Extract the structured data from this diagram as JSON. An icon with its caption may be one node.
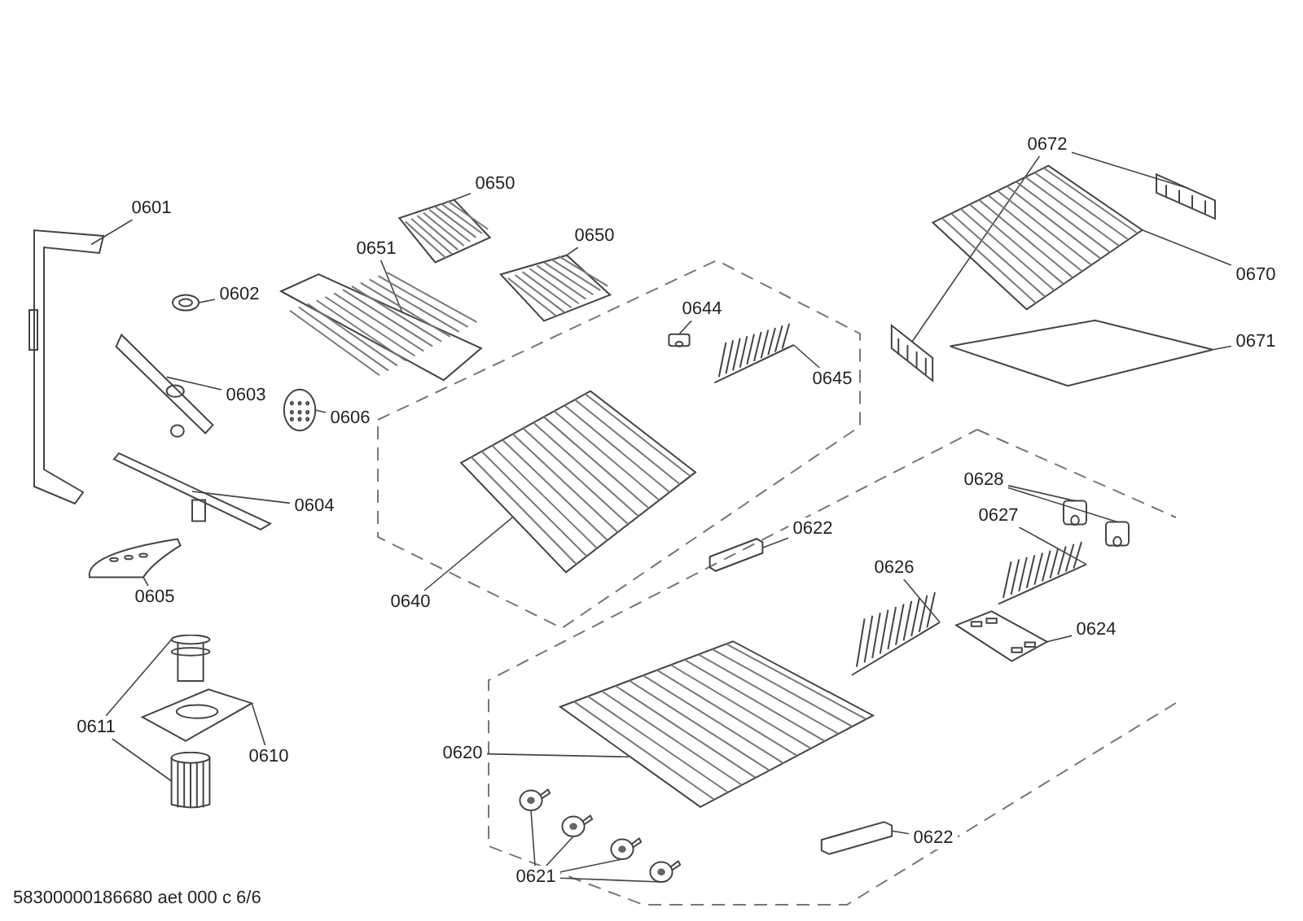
{
  "diagram": {
    "nodes": [
      {
        "text": [
          "0601"
        ]
      },
      {
        "text": [],
        "shape": "picture"
      },
      {
        "text": [
          "0602"
        ]
      },
      {
        "text": [],
        "shape": "picture"
      },
      {
        "text": [
          "0603"
        ]
      },
      {
        "text": [],
        "shape": "picture"
      },
      {
        "text": [
          "0604"
        ]
      },
      {
        "text": [],
        "shape": "picture"
      },
      {
        "text": [
          "0605"
        ]
      },
      {
        "text": [],
        "shape": "picture"
      },
      {
        "text": [
          "0606"
        ]
      },
      {
        "text": [],
        "shape": "picture"
      },
      {
        "text": [
          "0651"
        ]
      },
      {
        "text": [],
        "shape": "picture"
      },
      {
        "text": [
          "0650"
        ]
      },
      {
        "text": [],
        "shape": "picture"
      },
      {
        "text": [
          "0650"
        ]
      },
      {
        "text": [],
        "shape": "picture"
      },
      {
        "text": [
          "0644"
        ]
      },
      {
        "text": [],
        "shape": "picture"
      },
      {
        "text": [
          "0645"
        ]
      },
      {
        "text": [],
        "shape": "picture"
      },
      {
        "text": [
          "0640"
        ]
      },
      {
        "text": [],
        "shape": "picture"
      },
      {
        "text": [
          "0622"
        ]
      },
      {
        "text": [],
        "shape": "picture"
      },
      {
        "text": [
          "0672"
        ]
      },
      {
        "text": [],
        "shape": "picture"
      },
      {
        "text": [],
        "shape": "picture"
      },
      {
        "text": [
          "0670"
        ]
      },
      {
        "text": [],
        "shape": "picture"
      },
      {
        "text": [
          "0671"
        ]
      },
      {
        "text": [],
        "shape": "picture"
      },
      {
        "text": [
          "0628"
        ]
      },
      {
        "text": [],
        "shape": "picture"
      },
      {
        "text": [],
        "shape": "picture"
      },
      {
        "text": [
          "0627"
        ]
      },
      {
        "text": [],
        "shape": "picture"
      },
      {
        "text": [
          "0626"
        ]
      },
      {
        "text": [],
        "shape": "picture"
      },
      {
        "text": [
          "0624"
        ]
      },
      {
        "text": [],
        "shape": "picture"
      },
      {
        "text": [
          "0611"
        ]
      },
      {
        "text": [],
        "shape": "picture"
      },
      {
        "text": [],
        "shape": "picture"
      },
      {
        "text": [
          "0610"
        ]
      },
      {
        "text": [],
        "shape": "picture"
      },
      {
        "text": [
          "0620"
        ]
      },
      {
        "text": [],
        "shape": "picture"
      },
      {
        "text": [
          "0621"
        ]
      },
      {
        "text": [],
        "shape": "picture"
      },
      {
        "text": [],
        "shape": "picture"
      },
      {
        "text": [],
        "shape": "picture"
      },
      {
        "text": [],
        "shape": "picture"
      },
      {
        "text": [
          "0622"
        ]
      },
      {
        "text": [],
        "shape": "picture"
      }
    ],
    "edges": [
      {
        "from": 0,
        "to": 1,
        "arrow": "none"
      },
      {
        "from": 2,
        "to": 3,
        "arrow": "none"
      },
      {
        "from": 4,
        "to": 5,
        "arrow": "none"
      },
      {
        "from": 6,
        "to": 7,
        "arrow": "none"
      },
      {
        "from": 8,
        "to": 9,
        "arrow": "none"
      },
      {
        "from": 10,
        "to": 11,
        "arrow": "none"
      },
      {
        "from": 12,
        "to": 13,
        "arrow": "none"
      },
      {
        "from": 14,
        "to": 15,
        "arrow": "none"
      },
      {
        "from": 16,
        "to": 17,
        "arrow": "none"
      },
      {
        "from": 18,
        "to": 19,
        "arrow": "none"
      },
      {
        "from": 20,
        "to": 21,
        "arrow": "none"
      },
      {
        "from": 22,
        "to": 23,
        "arrow": "none"
      },
      {
        "from": 24,
        "to": 25,
        "arrow": "none"
      },
      {
        "from": 26,
        "to": 27,
        "arrow": "none"
      },
      {
        "from": 26,
        "to": 28,
        "arrow": "none"
      },
      {
        "from": 29,
        "to": 30,
        "arrow": "none"
      },
      {
        "from": 31,
        "to": 32,
        "arrow": "none"
      },
      {
        "from": 33,
        "to": 34,
        "arrow": "none"
      },
      {
        "from": 33,
        "to": 35,
        "arrow": "none"
      },
      {
        "from": 36,
        "to": 37,
        "arrow": "none"
      },
      {
        "from": 38,
        "to": 39,
        "arrow": "none"
      },
      {
        "from": 40,
        "to": 41,
        "arrow": "none"
      },
      {
        "from": 42,
        "to": 43,
        "arrow": "none"
      },
      {
        "from": 42,
        "to": 44,
        "arrow": "none"
      },
      {
        "from": 45,
        "to": 46,
        "arrow": "none"
      },
      {
        "from": 47,
        "to": 48,
        "arrow": "none"
      },
      {
        "from": 49,
        "to": 50,
        "arrow": "none"
      },
      {
        "from": 49,
        "to": 51,
        "arrow": "none"
      },
      {
        "from": 49,
        "to": 52,
        "arrow": "none"
      },
      {
        "from": 49,
        "to": 53,
        "arrow": "none"
      },
      {
        "from": 54,
        "to": 55,
        "arrow": "none"
      }
    ],
    "labels": [
      "58300000186680 aet 000 c 6/6"
    ]
  }
}
